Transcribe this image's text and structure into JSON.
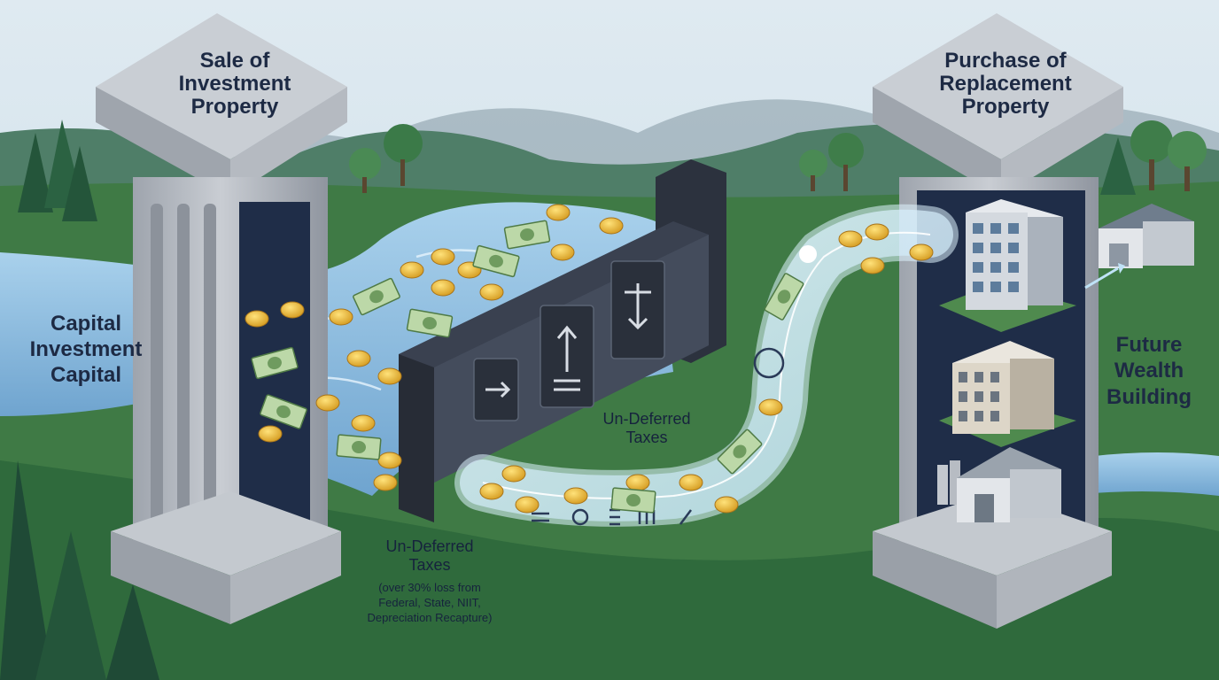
{
  "labels": {
    "sale_pillar": [
      "Sale of",
      "Investment",
      "Property"
    ],
    "purchase_pillar": [
      "Purchase of",
      "Replacement",
      "Property"
    ],
    "capital": [
      "Capital",
      "Investment",
      "Capital"
    ],
    "future": [
      "Future",
      "Wealth",
      "Building"
    ],
    "pipe_label": [
      "Un-Deferred",
      "Taxes"
    ],
    "dam_label": [
      "Un-Deferred",
      "Taxes"
    ],
    "dam_note": [
      "(over 30% loss from",
      "Federal, State, NIIT,",
      "Depreciation Recapture)"
    ]
  },
  "icons": [
    "coin-icon",
    "banknote-icon",
    "office-building-icon",
    "apartment-building-icon",
    "warehouse-icon",
    "barn-icon",
    "arrow-icon"
  ],
  "colors": {
    "sky": "#cfe0ea",
    "grass": "#3f7a45",
    "water": "#8fbfe0",
    "stone": "#b7bcc3",
    "dam": "#3a4150",
    "coin": "#e9b83a",
    "banknote": "#bcd8a8",
    "pipe_glow": "#dff4ff",
    "text": "#1d2a44"
  }
}
